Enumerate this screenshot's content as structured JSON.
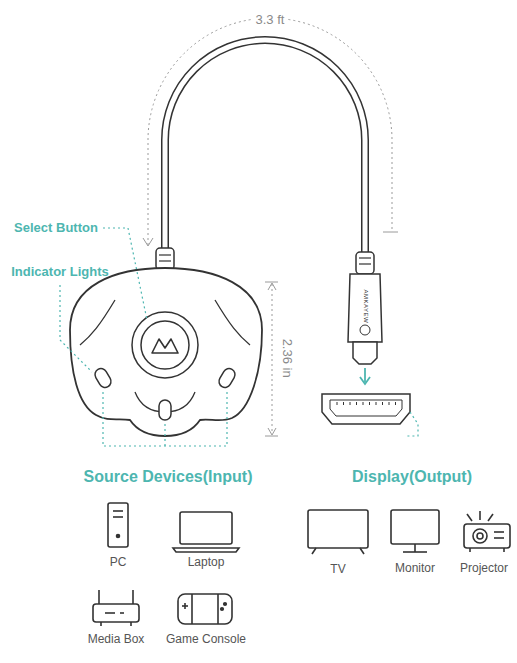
{
  "diagram": {
    "labels": [
      "3.3 ft",
      "Select Button",
      "Indicator Lights",
      "2.36 in",
      "AMKAYEW",
      "Source Devices(Input)",
      "Display(Output)",
      "PC",
      "Laptop",
      "Media Box",
      "Game Console",
      "TV",
      "Monitor",
      "Projector"
    ]
  }
}
